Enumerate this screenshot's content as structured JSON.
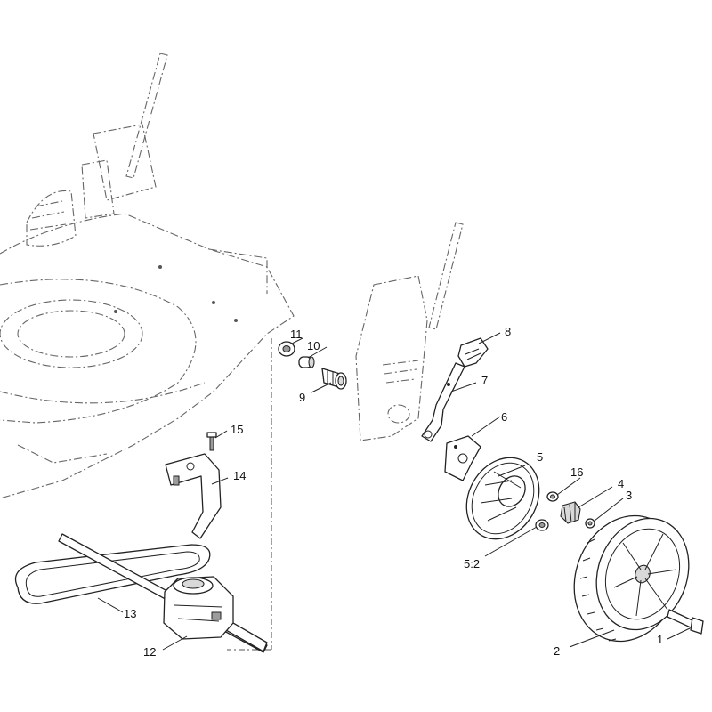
{
  "callouts": {
    "c1": "1",
    "c2": "2",
    "c3": "3",
    "c4": "4",
    "c5": "5",
    "c5_2": "5:2",
    "c6": "6",
    "c7": "7",
    "c8": "8",
    "c9": "9",
    "c10": "10",
    "c11": "11",
    "c12": "12",
    "c13": "13",
    "c14": "14",
    "c15": "15",
    "c16": "16"
  }
}
